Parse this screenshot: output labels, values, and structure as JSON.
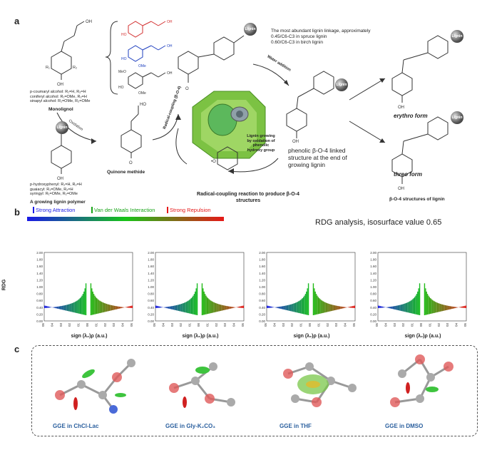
{
  "panel_a": {
    "letter": "a",
    "monolignol_names": [
      "p-coumaryl alcohol: R₁=H, R₂=H",
      "coniferyl alcohol: R₁=OMe, R₂=H",
      "sinapyl alcohol: R₁=OMe, R₂=OMe"
    ],
    "monolignol_title": "Monolignol",
    "polymer_names": [
      "p-hydroxyphenyl: R₁=H, R₂=H",
      "guaiacyl: R₁=OMe, R₂=H",
      "syringyl: R₁=OMe, R₂=OMe"
    ],
    "polymer_title": "A growing lignin polymer",
    "oxidation": "Oxidation",
    "quinone": "Quinone methide",
    "abundant_note": [
      "The most abundant lignin linkage, approximately",
      "0.45/C6-C3 in spruce lignin",
      "0.60/C6-C3 in birch lignin"
    ],
    "water_addition": "Water addition",
    "radical_coupling_arrow": "Radical-coupling (β-O-4)",
    "lignin_growing": [
      "Lignin growing",
      "by oxidation of",
      "phenolic",
      "hydroxy group"
    ],
    "phenolic_text": [
      "phenolic β-O-4 linked",
      "structure at the end of",
      "growing lignin"
    ],
    "radical_caption": [
      "Radical-coupling reaction to produce β-O-4",
      "structures"
    ],
    "erythro": "erythro form",
    "threo": "threo form",
    "b04_caption": "β-O-4 structures of lignin",
    "lignin_label": "Lignin"
  },
  "panel_b": {
    "letter": "b",
    "legend": [
      "Strong Attraction",
      "Van der Waals Interaction",
      "Strong Repulsion"
    ],
    "title": "RDG analysis, isosurface value 0.65",
    "ylabel": "RDG",
    "xlabel": "sign (λ₂)ρ (a.u.)"
  },
  "chart_data": [
    {
      "type": "scatter",
      "ylabel": "RDG",
      "xlabel": "sign (λ₂)ρ (a.u.)",
      "xlim": [
        -0.05,
        0.05
      ],
      "ylim": [
        0,
        2.0
      ],
      "xticks": [
        "-0.05",
        "-0.04",
        "-0.03",
        "-0.02",
        "-0.01",
        "0.00",
        "0.01",
        "0.02",
        "0.03",
        "0.04",
        "0.05"
      ],
      "yticks": [
        "0.00",
        "0.20",
        "0.40",
        "0.60",
        "0.80",
        "1.00",
        "1.20",
        "1.40",
        "1.60",
        "1.80",
        "2.00"
      ]
    },
    {
      "type": "scatter",
      "ylabel": "",
      "xlabel": "sign (λ₂)ρ (a.u.)",
      "xlim": [
        -0.05,
        0.05
      ],
      "ylim": [
        0,
        2.0
      ],
      "xticks": [
        "-0.05",
        "-0.04",
        "-0.03",
        "-0.02",
        "-0.01",
        "0.00",
        "0.01",
        "0.02",
        "0.03",
        "0.04",
        "0.05"
      ],
      "yticks": [
        "0.00",
        "0.20",
        "0.40",
        "0.60",
        "0.80",
        "1.00",
        "1.20",
        "1.40",
        "1.60",
        "1.80",
        "2.00"
      ]
    },
    {
      "type": "scatter",
      "ylabel": "",
      "xlabel": "sign (λ₂)ρ (a.u.)",
      "xlim": [
        -0.05,
        0.05
      ],
      "ylim": [
        0,
        2.0
      ],
      "xticks": [
        "-0.05",
        "-0.04",
        "-0.03",
        "-0.02",
        "-0.01",
        "0.00",
        "0.01",
        "0.02",
        "0.03",
        "0.04",
        "0.05"
      ],
      "yticks": [
        "0.00",
        "0.20",
        "0.40",
        "0.60",
        "0.80",
        "1.00",
        "1.20",
        "1.40",
        "1.60",
        "1.80",
        "2.00"
      ]
    },
    {
      "type": "scatter",
      "ylabel": "",
      "xlabel": "sign (λ₂)ρ (a.u.)",
      "xlim": [
        -0.05,
        0.05
      ],
      "ylim": [
        0,
        2.0
      ],
      "xticks": [
        "-0.05",
        "-0.04",
        "-0.03",
        "-0.02",
        "-0.01",
        "0.00",
        "0.01",
        "0.02",
        "0.03",
        "0.04",
        "0.05"
      ],
      "yticks": [
        "0.00",
        "0.20",
        "0.40",
        "0.60",
        "0.80",
        "1.00",
        "1.20",
        "1.40",
        "1.60",
        "1.80",
        "2.00"
      ]
    }
  ],
  "panel_c": {
    "letter": "c",
    "labels": [
      "GGE in ChCl-Lac",
      "GGE in Gly-K₂CO₃",
      "GGE in THF",
      "GGE in DMSO"
    ]
  },
  "colors": {
    "attraction": "#1a1ae6",
    "vdw": "#18c418",
    "repulsion": "#e61818",
    "label_blue": "#2a5f9e"
  }
}
